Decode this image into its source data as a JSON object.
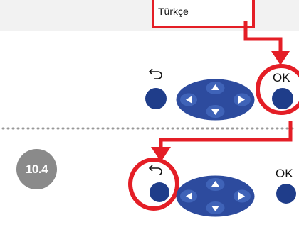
{
  "language": {
    "label": "Türkçe"
  },
  "top_panel": {
    "back_label": "⟲",
    "ok_label": "OK"
  },
  "bottom_panel": {
    "step_number": "10.4",
    "back_label": "⟲",
    "ok_label": "OK"
  },
  "colors": {
    "highlight": "#e41e26",
    "button": "#1f3d8a",
    "dpad": "#2d4b9e",
    "dpad_inner": "#3f63b8",
    "badge": "#8a8a8a"
  },
  "icons": {
    "back": "back-arrow-icon",
    "up": "up-triangle-icon",
    "down": "down-triangle-icon",
    "left": "left-triangle-icon",
    "right": "right-triangle-icon"
  }
}
